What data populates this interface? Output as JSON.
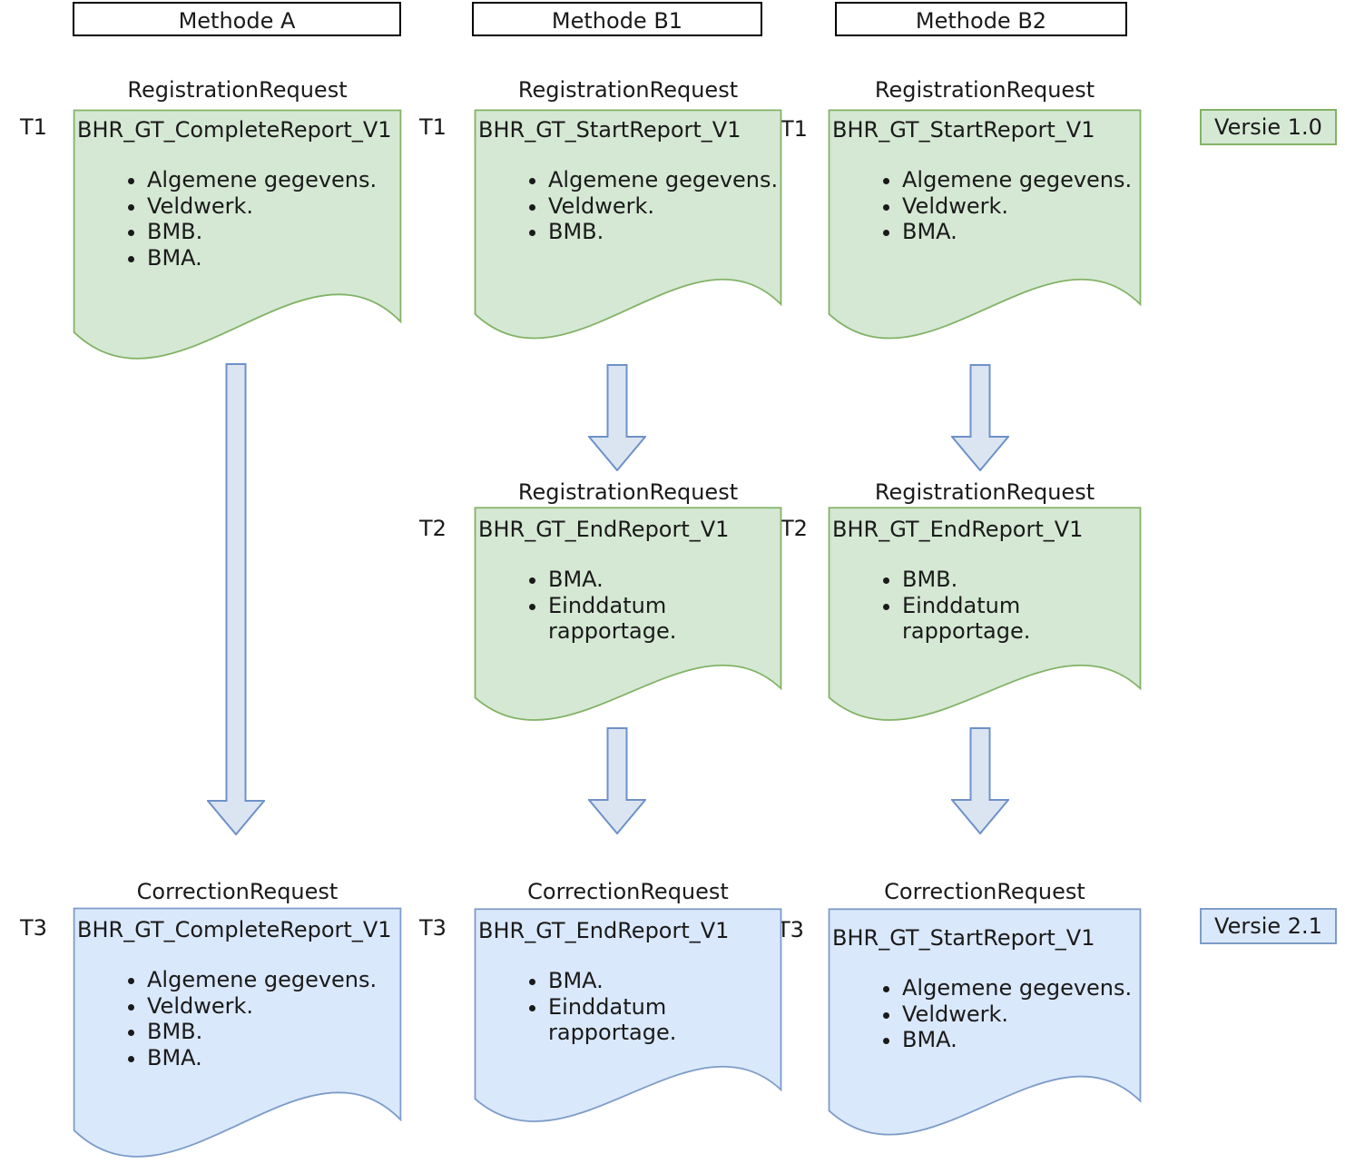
{
  "columns": [
    {
      "header": "Methode A",
      "stages": [
        {
          "time": "T1",
          "request": "RegistrationRequest",
          "report": "BHR_GT_CompleteReport_V1",
          "items": [
            "Algemene gegevens.",
            "Veldwerk.",
            "BMB.",
            "BMA."
          ]
        },
        {
          "time": "T3",
          "request": "CorrectionRequest",
          "report": "BHR_GT_CompleteReport_V1",
          "items": [
            "Algemene gegevens.",
            "Veldwerk.",
            "BMB.",
            "BMA."
          ]
        }
      ]
    },
    {
      "header": "Methode B1",
      "stages": [
        {
          "time": "T1",
          "request": "RegistrationRequest",
          "report": "BHR_GT_StartReport_V1",
          "items": [
            "Algemene gegevens.",
            "Veldwerk.",
            "BMB."
          ]
        },
        {
          "time": "T2",
          "request": "RegistrationRequest",
          "report": "BHR_GT_EndReport_V1",
          "items": [
            "BMA.",
            "Einddatum rapportage."
          ]
        },
        {
          "time": "T3",
          "request": "CorrectionRequest",
          "report": "BHR_GT_EndReport_V1",
          "items": [
            "BMA.",
            "Einddatum rapportage."
          ]
        }
      ]
    },
    {
      "header": "Methode B2",
      "stages": [
        {
          "time": "T1",
          "request": "RegistrationRequest",
          "report": "BHR_GT_StartReport_V1",
          "items": [
            "Algemene gegevens.",
            "Veldwerk.",
            "BMA."
          ]
        },
        {
          "time": "T2",
          "request": "RegistrationRequest",
          "report": "BHR_GT_EndReport_V1",
          "items": [
            "BMB.",
            "Einddatum rapportage."
          ]
        },
        {
          "time": "T3",
          "request": "CorrectionRequest",
          "report": "BHR_GT_StartReport_V1",
          "items": [
            "Algemene gegevens.",
            "Veldwerk.",
            "BMA."
          ]
        }
      ]
    }
  ],
  "version_badges": [
    {
      "label": "Versie 1.0"
    },
    {
      "label": "Versie 2.1"
    }
  ],
  "colors": {
    "registration_fill": "#d5e8d4",
    "registration_stroke": "#82b366",
    "correction_fill": "#dae8fc",
    "correction_stroke": "#7d9cc9",
    "arrow_fill": "#dbe5f2",
    "arrow_stroke": "#6e91c8",
    "header_border": "#000000"
  }
}
